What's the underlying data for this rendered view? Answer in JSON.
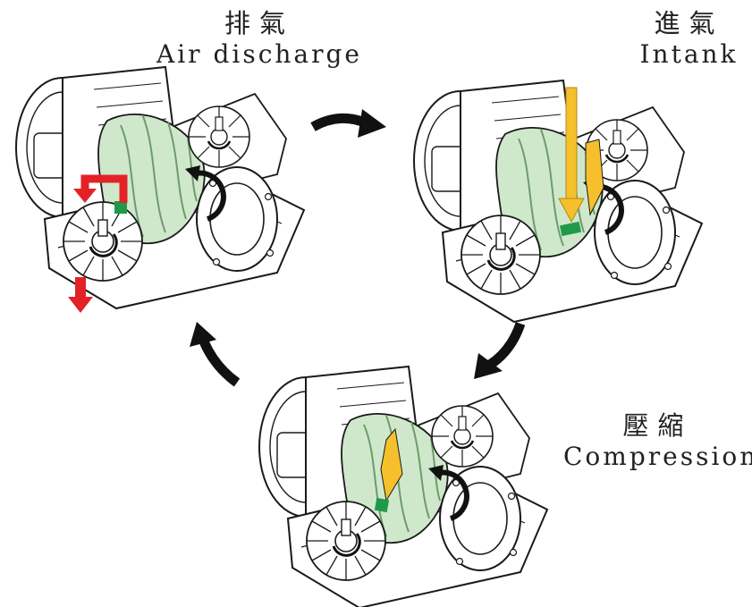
{
  "stages": {
    "discharge": {
      "label_zh": "排氣",
      "label_en": "Air discharge"
    },
    "intake": {
      "label_zh": "進氣",
      "label_en": "Intank"
    },
    "compression": {
      "label_zh": "壓縮",
      "label_en": "Compression"
    }
  },
  "colors": {
    "line": "#1a1a1a",
    "screw_fill": "#cfe8cc",
    "screw_dark": "#a9d3a5",
    "discharge_arrow": "#e32227",
    "intake_arrow": "#f5c02b",
    "cavity_green": "#1f9a4a",
    "cycle_arrow": "#111111"
  },
  "icons": [
    "cycle-arrow-icon",
    "air-out-arrow-icon",
    "air-in-arrow-icon"
  ]
}
